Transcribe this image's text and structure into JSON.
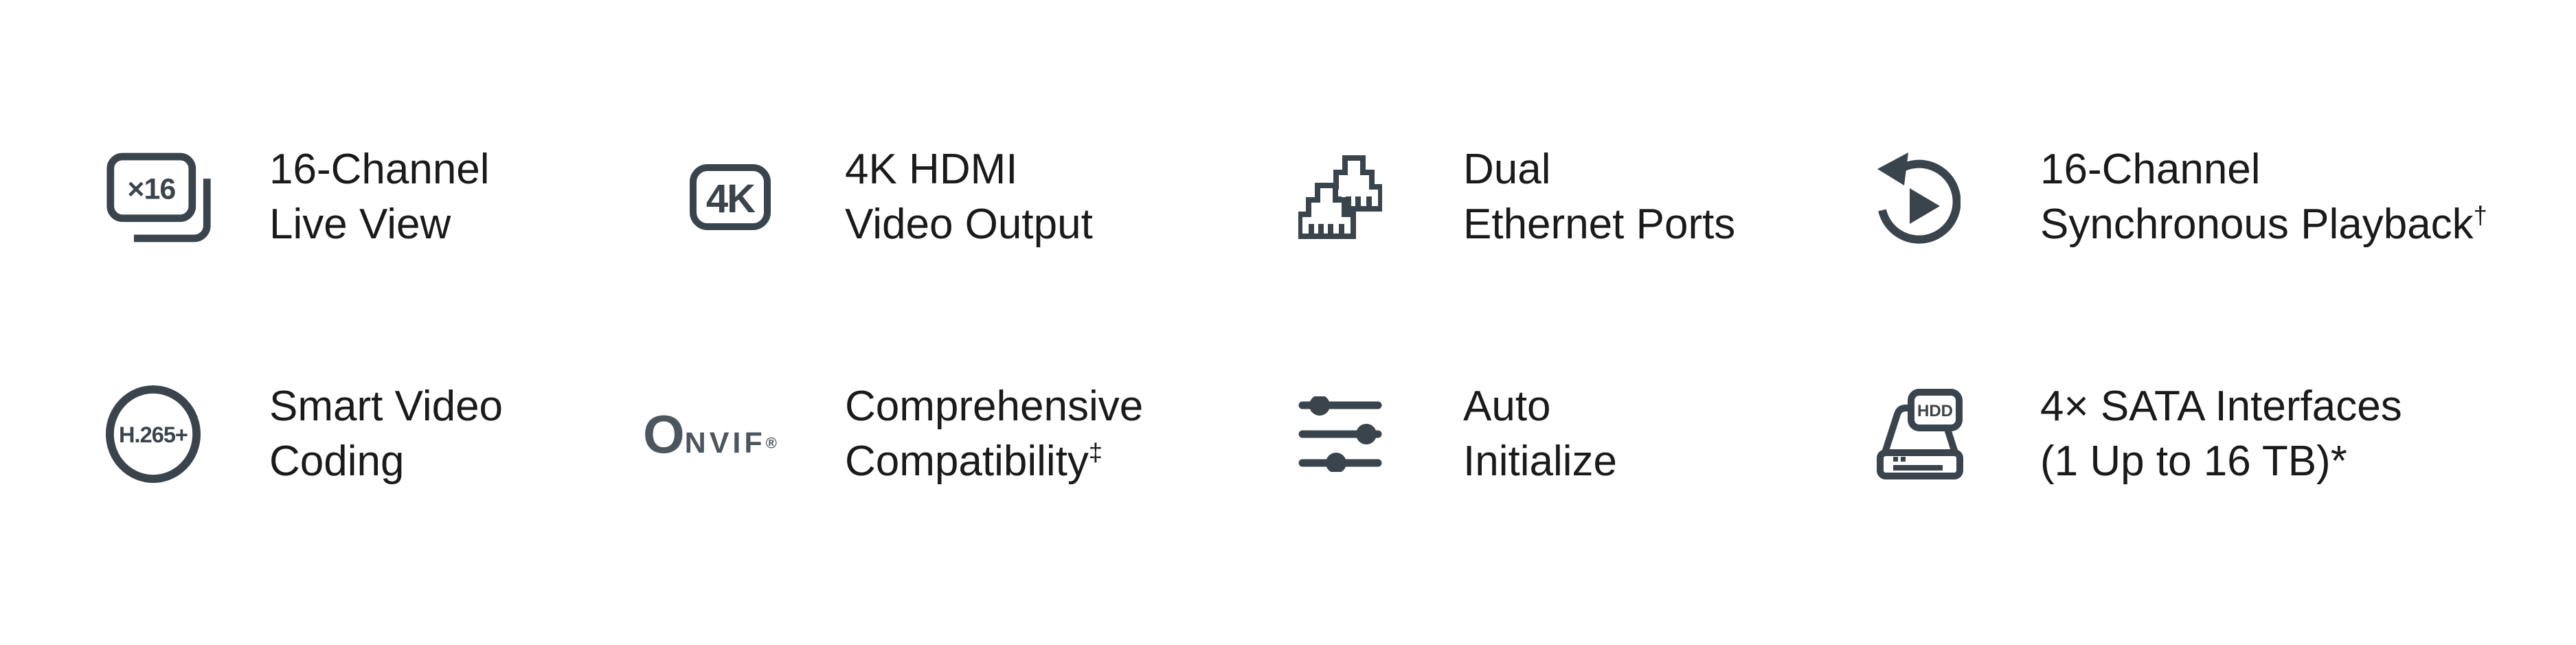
{
  "page": {
    "background": "#ffffff"
  },
  "colors": {
    "icon": "#3a444c",
    "text": "#1a1a1a",
    "onvif_logo": "#4c565e"
  },
  "features": [
    {
      "id": "16-channel-live-view",
      "icon": "multiview-x16-icon",
      "icon_label": "×16",
      "line1": "16-Channel",
      "line2": "Live View",
      "line2_sup": ""
    },
    {
      "id": "4k-hdmi-video-output",
      "icon": "4k-badge-icon",
      "icon_label": "4K",
      "line1": "4K HDMI",
      "line2": "Video Output",
      "line2_sup": ""
    },
    {
      "id": "dual-ethernet-ports",
      "icon": "ethernet-ports-icon",
      "line1": "Dual",
      "line2": "Ethernet Ports",
      "line2_sup": ""
    },
    {
      "id": "16-channel-sync-playback",
      "icon": "playback-replay-icon",
      "line1": "16-Channel",
      "line2": "Synchronous Playback",
      "line2_sup": "†"
    },
    {
      "id": "smart-video-coding",
      "icon": "h265-badge-icon",
      "icon_label": "H.265+",
      "line1": "Smart Video",
      "line2": "Coding",
      "line2_sup": ""
    },
    {
      "id": "comprehensive-compatibility",
      "icon": "onvif-logo",
      "icon_label_main": "O",
      "icon_label_rest": "nvif",
      "icon_sup": "®",
      "line1": "Comprehensive",
      "line2": "Compatibility",
      "line2_sup": "‡"
    },
    {
      "id": "auto-initialize",
      "icon": "sliders-icon",
      "line1": "Auto",
      "line2": "Initialize",
      "line2_sup": ""
    },
    {
      "id": "4x-sata-interfaces",
      "icon": "hdd-drive-icon",
      "icon_label": "HDD",
      "line1": "4× SATA Interfaces",
      "line2": "(1 Up to 16 TB)*",
      "line2_sup": ""
    }
  ]
}
